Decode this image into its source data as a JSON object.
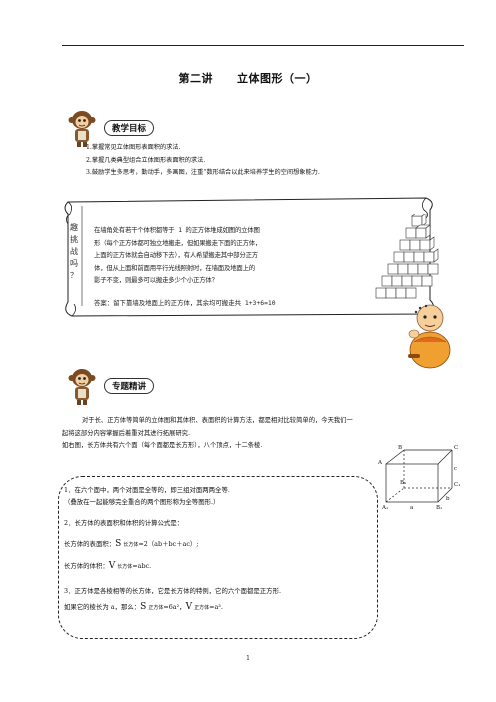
{
  "header": {
    "title_part1": "第二讲",
    "title_part2": "立体图形（一）"
  },
  "sections": {
    "teaching_goals_label": "教学目标",
    "topic_label": "专题精讲"
  },
  "goals": [
    "1.掌握常见立体图形表面积的求法.",
    "2.掌握几类典型组合立体图形表面积的求法.",
    "3.鼓励学生多思考，勤动手，多画图，注重“数形结合以此来培养学生的空间想象能力."
  ],
  "challenge": {
    "vertical_label": [
      "趣",
      "挑",
      "战",
      "吗",
      "？"
    ],
    "question_lines": [
      "在墙角处有若干个体积都等于 1 的正方体堆成如图的立体图",
      "形（每个正方体都可独立地搬走，但如果搬走下面的正方体，",
      "上面的正方体就会自动移下去），有人希望搬走其中部分正方",
      "体，但从上面和前面用平行光线照射时，在墙面及地面上的",
      "影子不变，则最多可以搬走多少个小正方体？"
    ],
    "answer": "答案：留下靠墙及地面上的正方体，其余均可搬走共 1+3+6=10"
  },
  "intro": [
    "对于长、正方体等简单的立体图和其体积、表面积的计算方法，都是相对比较简单的，今天我们一",
    "起将这部分内容掌握后着重对其进行拓展研究.",
    "如右图，长方体共有六个面（每个面都是长方形），八个顶点，十二条棱."
  ],
  "box": {
    "line1": "1．在六个面中，两个对面是全等的，即三组对面两两全等.",
    "line2": "（叠放在一起能够完全重合的两个图形称为全等图形.）",
    "line3": "2．长方体的表面积和体积的计算公式是：",
    "area_label": "长方体的表面积：",
    "area_S": "S",
    "area_sub": "长方体",
    "area_formula": "=2（ab＋bc＋ac）;",
    "volume_label": "长方体的体积：",
    "volume_V": "V",
    "volume_sub": "长方体",
    "volume_formula": "=abc.",
    "line6": "3．正方体是各棱相等的长方体，它是长方体的特例，它的六个面都是正方形.",
    "line7_prefix": "如果它的棱长为 a，那么：",
    "cube_S": "S",
    "cube_S_sub": "正方体",
    "cube_S_formula": "=6a²",
    "sep": "，",
    "cube_V": "V",
    "cube_V_sub": "正方体",
    "cube_V_formula": "=a³."
  },
  "cuboid_labels": {
    "A": "A",
    "B": "B",
    "C": "C",
    "B1": "B₁",
    "C1": "C₁",
    "A1": "A₁",
    "B1b": "B₁",
    "a": "a",
    "b": "b",
    "c": "c"
  },
  "page_number": "1"
}
